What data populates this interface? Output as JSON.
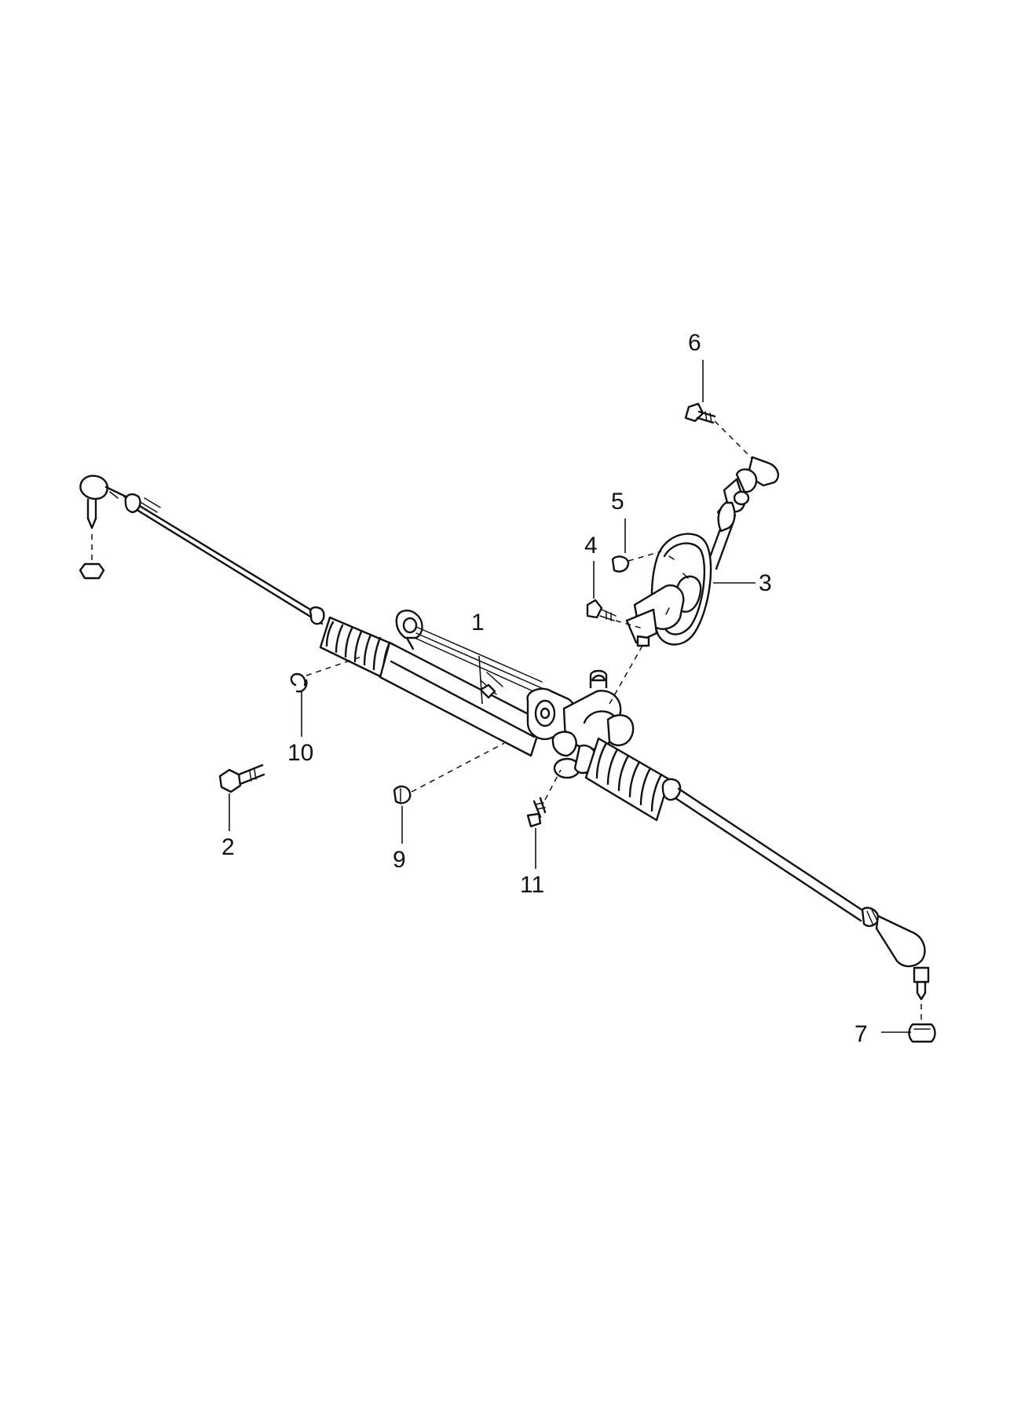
{
  "diagram": {
    "callouts": {
      "c1": "1",
      "c2": "2",
      "c3": "3",
      "c4": "4",
      "c5": "5",
      "c6": "6",
      "c7": "7",
      "c9": "9",
      "c10": "10",
      "c11": "11"
    }
  }
}
